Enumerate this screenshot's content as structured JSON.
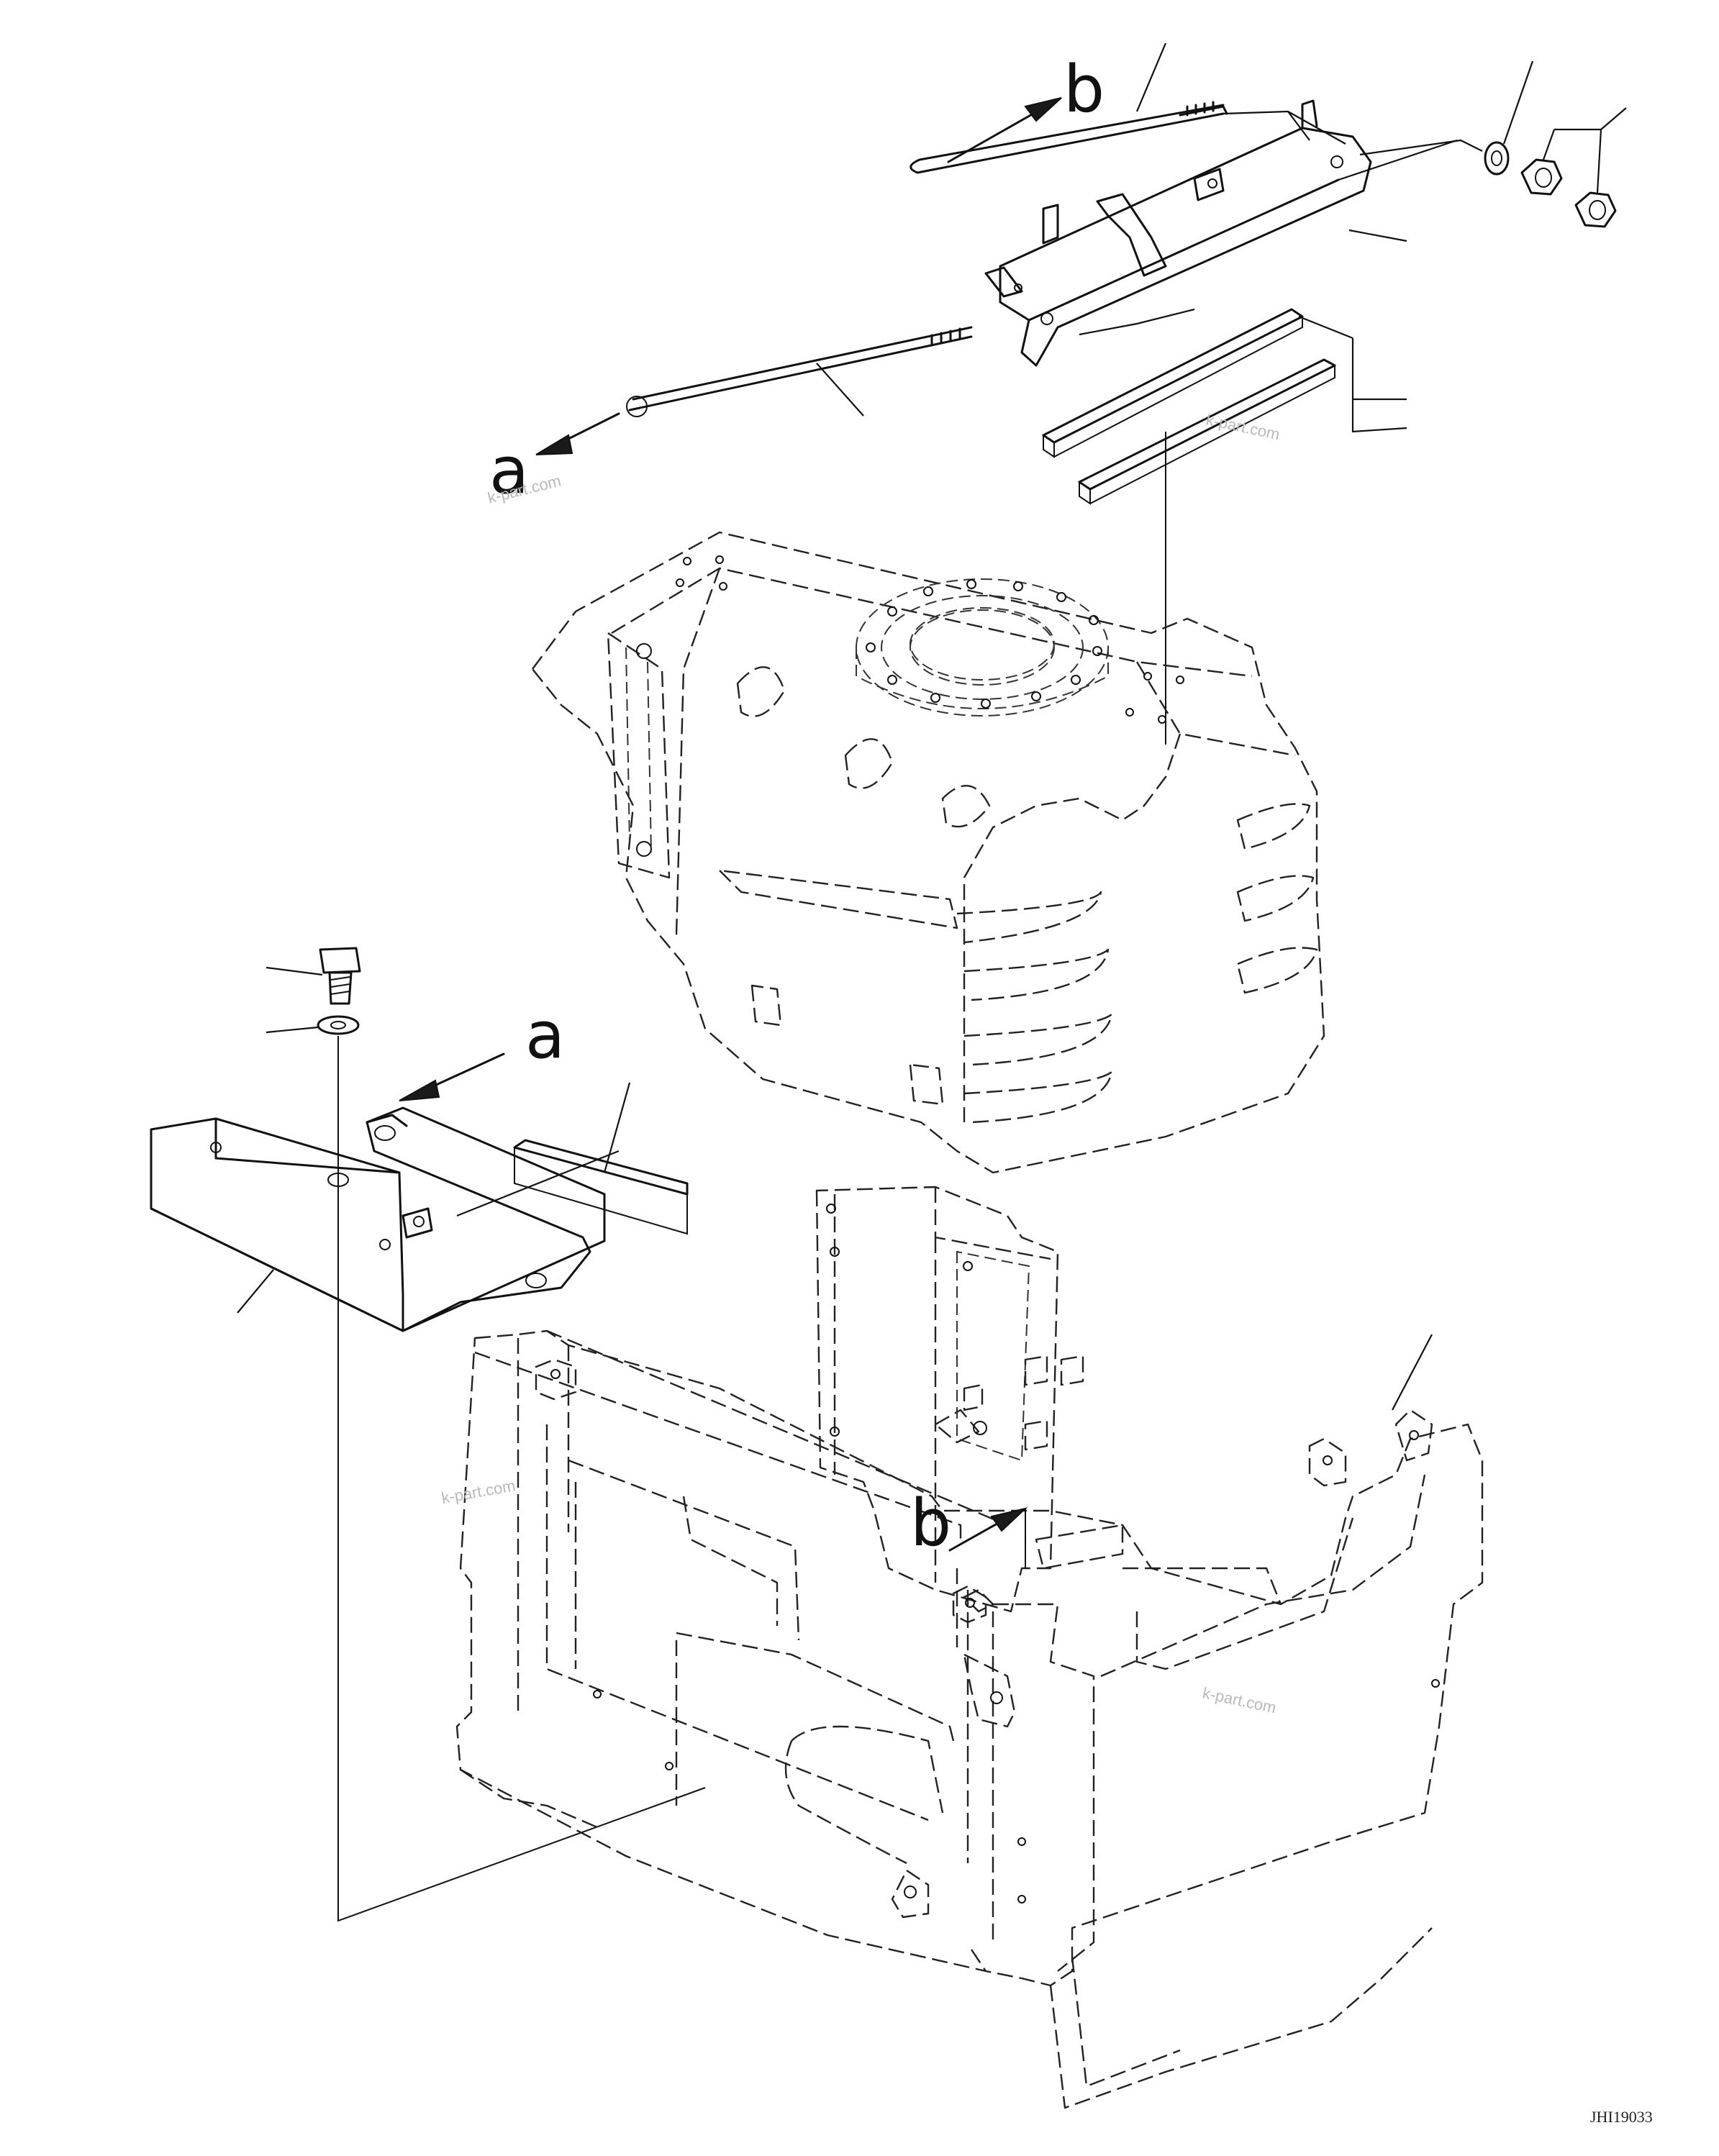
{
  "labels": {
    "b_top": "b",
    "a_top": "a",
    "a_mid": "a",
    "b_low": "b"
  },
  "watermarks": [
    "k-part.com",
    "k-part.com",
    "k-part.com",
    "k-part.com"
  ],
  "drawing_code": "JHI19033",
  "icons": {
    "bolt": "hex-bolt-icon",
    "washer": "flat-washer-icon",
    "nut": "hex-nut-icon"
  }
}
